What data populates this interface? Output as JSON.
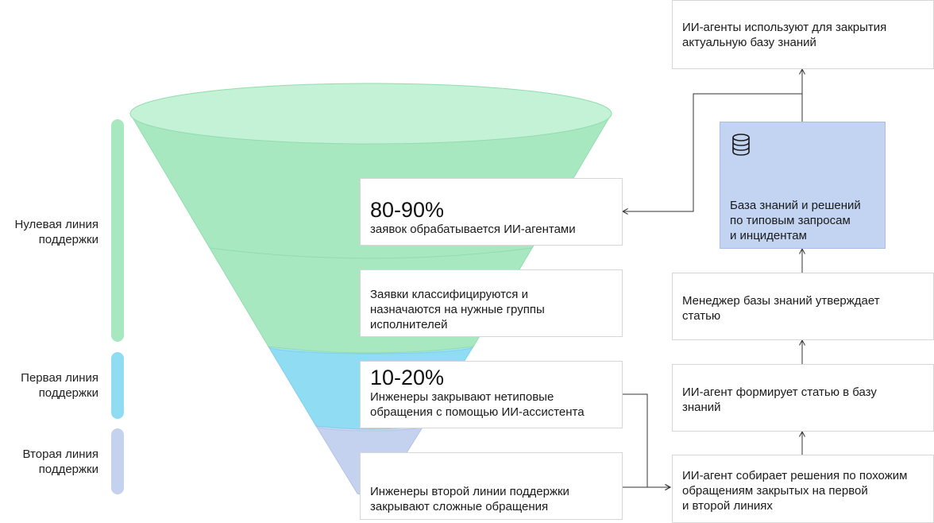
{
  "colors": {
    "zero_line": "#a8e8c0",
    "first_line": "#90dcf2",
    "second_line": "#c4d2f0",
    "knowledge_base": "#c3d3f2"
  },
  "side_labels": {
    "zero": "Нулевая линия\nподдержки",
    "first": "Первая линия\nподдержки",
    "second": "Вторая линия\nподдержки"
  },
  "funnel_boxes": {
    "zero_percent": "80-90%",
    "zero_text": "заявок обрабатывается ИИ-агентами",
    "classify_text": "Заявки классифицируются и\nназначаются на нужные группы\nисполнителей",
    "first_percent": "10-20%",
    "first_text": "Инженеры закрывают нетиповые\nобращения с помощью ИИ-ассистента",
    "second_text": "Инженеры второй линии поддержки\nзакрывают сложные обращения"
  },
  "flow_boxes": {
    "ai_use": "ИИ-агенты используют для закрытия\nактуальную базу знаний",
    "knowledge_base": "База знаний и решений\nпо типовым запросам\nи инцидентам",
    "knowledge_base_icon": "database-icon",
    "manager": "Менеджер базы знаний утверждает\nстатью",
    "ai_article": "ИИ-агент формирует статью в базу\nзнаний",
    "ai_collect": "ИИ-агент собирает решения по похожим\nобращениям закрытых на первой\nи второй линиях"
  }
}
